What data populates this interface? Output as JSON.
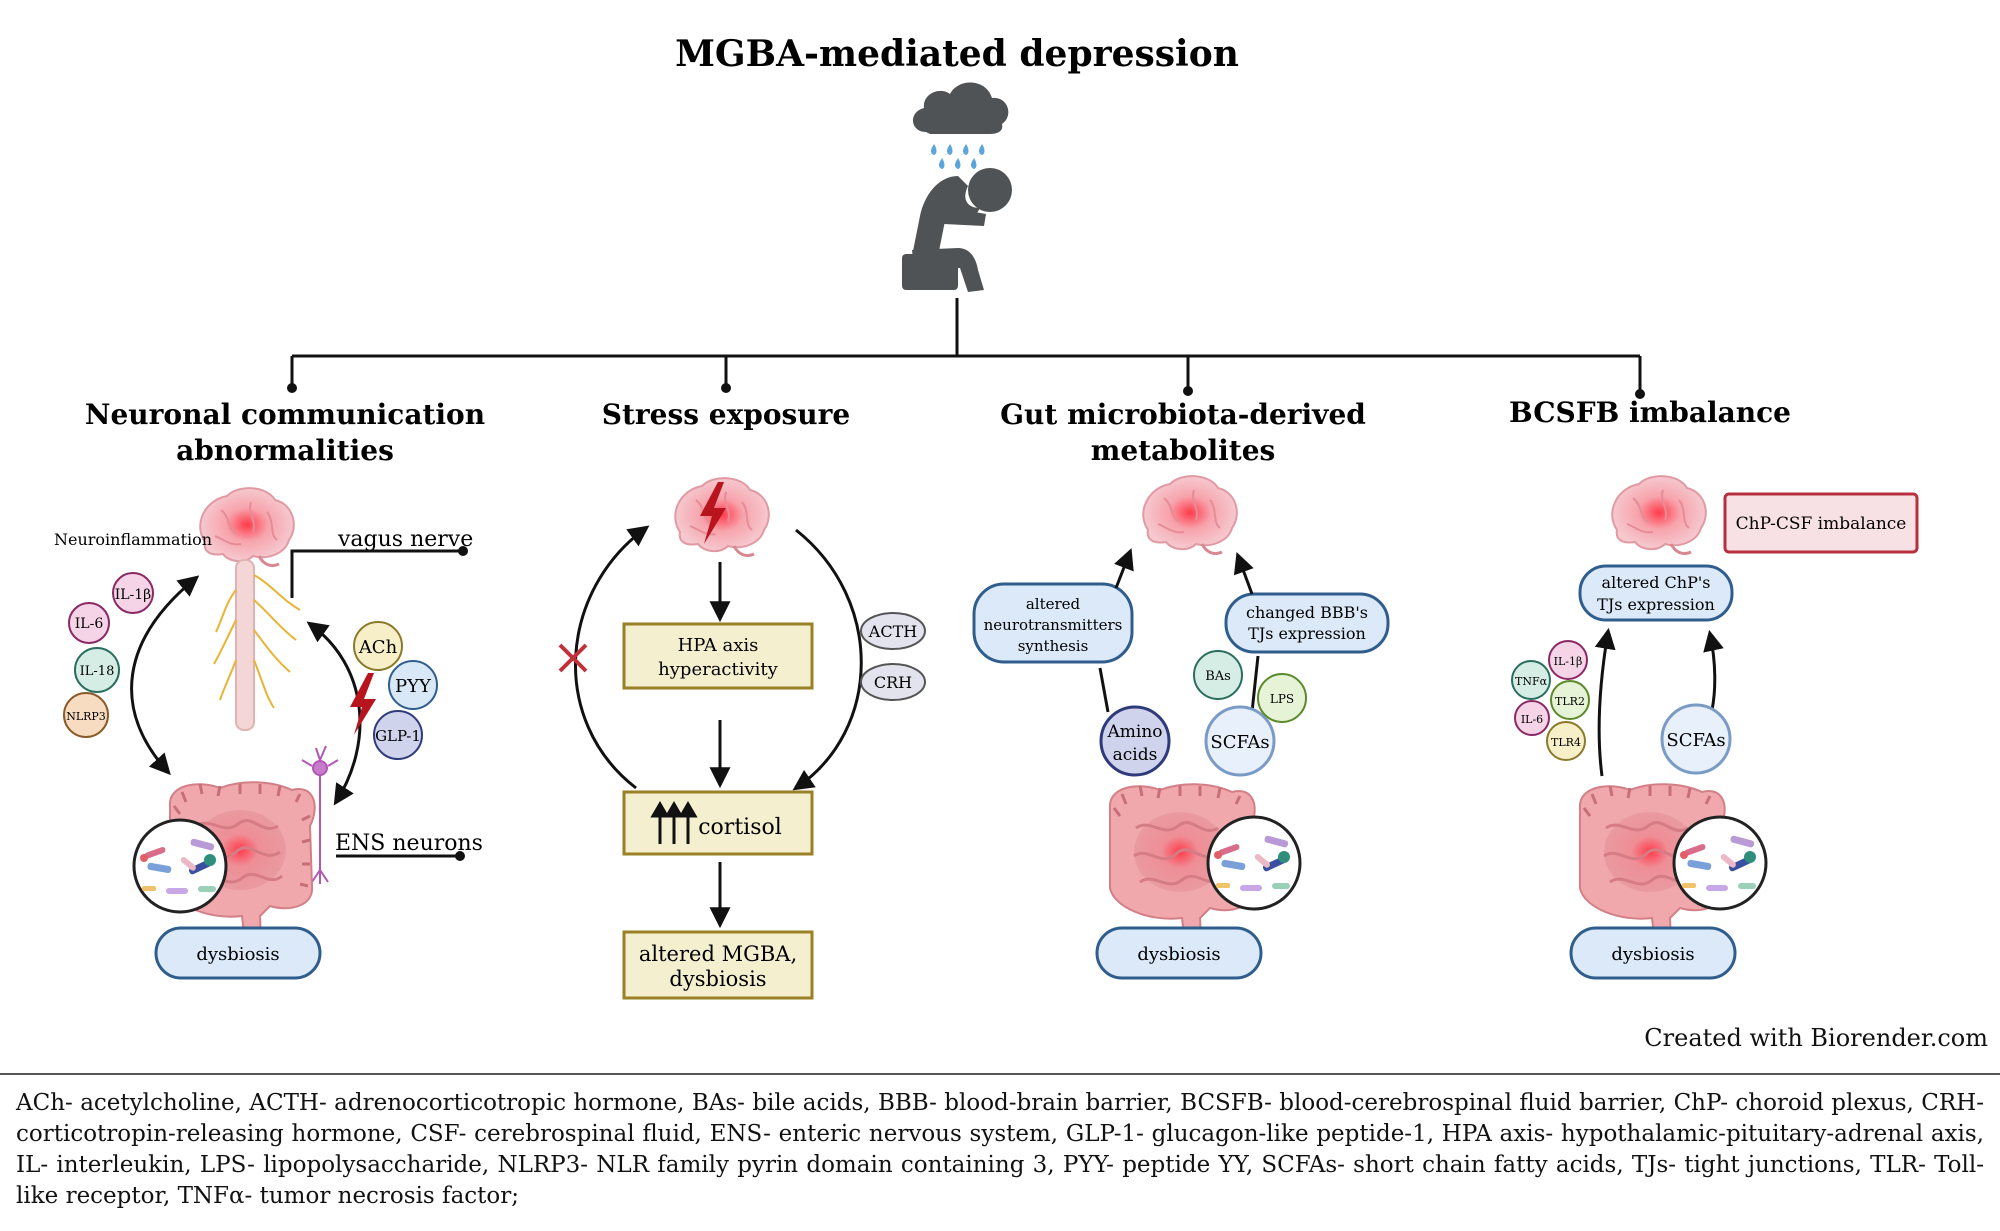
{
  "title": "MGBA-mediated depression",
  "colors": {
    "box_fill": "#f4efcf",
    "box_stroke": "#9a8126",
    "pill_fill": "#dbe9f8",
    "pill_stroke": "#2f5d8c",
    "red_box_fill": "#f8e1e4",
    "red_box_stroke": "#b8303e",
    "line": "#111111"
  },
  "branches": {
    "neuronal": {
      "heading_line1": "Neuronal communication",
      "heading_line2": "abnormalities",
      "neuroinflammation": "Neuroinflammation",
      "vagus_nerve": "vagus nerve",
      "ens_neurons": "ENS neurons",
      "cytokines": [
        "IL-1β",
        "IL-6",
        "IL-18",
        "NLRP3"
      ],
      "hormones": [
        "ACh",
        "PYY",
        "GLP-1"
      ],
      "dysbiosis": "dysbiosis"
    },
    "stress": {
      "heading": "Stress exposure",
      "hpa_line1": "HPA axis",
      "hpa_line2": "hyperactivity",
      "cortisol": "cortisol",
      "result_line1": "altered MGBA,",
      "result_line2": "dysbiosis",
      "hormones": [
        "ACTH",
        "CRH"
      ]
    },
    "metabolites": {
      "heading_line1": "Gut microbiota-derived",
      "heading_line2": "metabolites",
      "neuro_line1": "altered",
      "neuro_line2": "neurotransmitters",
      "neuro_line3": "synthesis",
      "bbb_line1": "changed BBB's",
      "bbb_line2": "TJs expression",
      "amino_line1": "Amino",
      "amino_line2": "acids",
      "scfas": "SCFAs",
      "bas": "BAs",
      "lps": "LPS",
      "dysbiosis": "dysbiosis"
    },
    "bcsfb": {
      "heading": "BCSFB imbalance",
      "chp_csf": "ChP-CSF imbalance",
      "chp_line1": "altered ChP's",
      "chp_line2": "TJs expression",
      "markers": [
        "TNFα",
        "IL-1β",
        "TLR2",
        "IL-6",
        "TLR4"
      ],
      "scfas": "SCFAs",
      "dysbiosis": "dysbiosis"
    }
  },
  "credit": "Created with Biorender.com",
  "abbreviations": "ACh- acetylcholine, ACTH- adrenocorticotropic hormone, BAs- bile acids, BBB- blood-brain barrier, BCSFB- blood-cerebrospinal fluid barrier, ChP- choroid plexus, CRH- corticotropin-releasing hormone, CSF- cerebrospinal fluid, ENS- enteric nervous system, GLP-1- glucagon-like peptide-1, HPA axis- hypothalamic-pituitary-adrenal axis, IL- interleukin, LPS- lipopolysaccharide, NLRP3- NLR family pyrin domain containing 3, PYY- peptide YY, SCFAs- short chain fatty acids, TJs- tight junctions, TLR- Toll-like receptor, TNFα- tumor necrosis factor;"
}
